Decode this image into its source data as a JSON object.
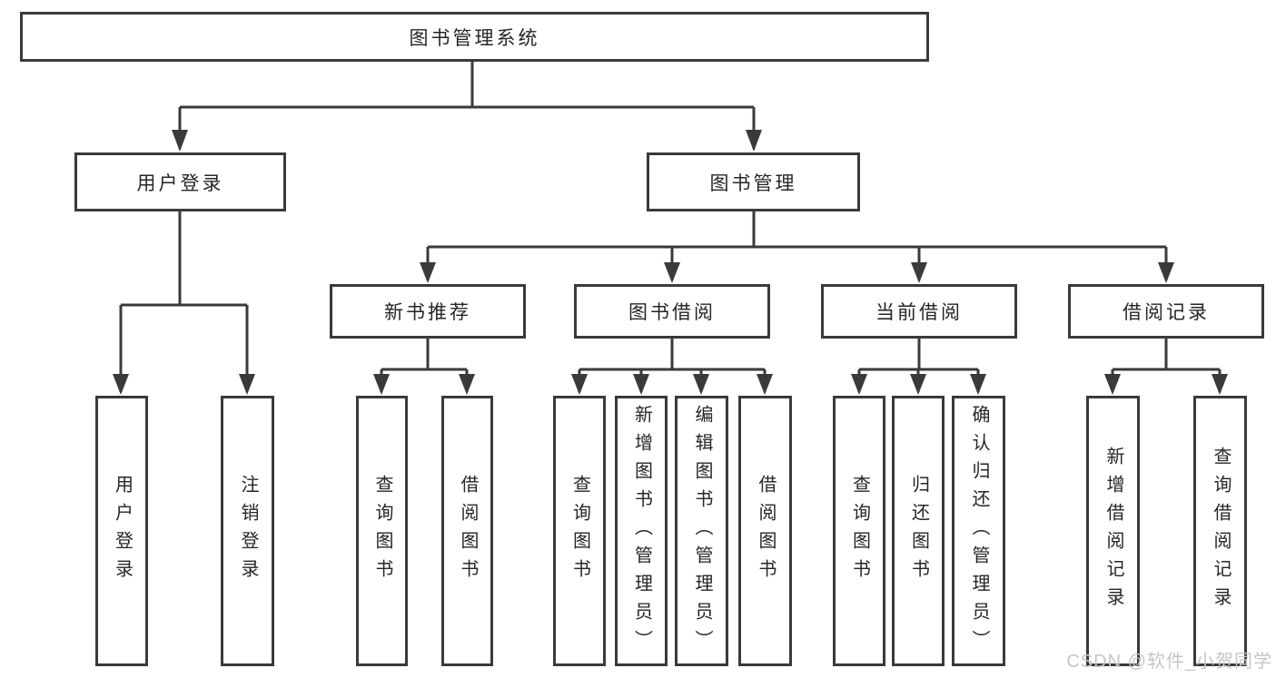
{
  "diagram": {
    "root": {
      "label": "图书管理系统"
    },
    "branches": [
      {
        "label": "用户登录",
        "children": [
          {
            "label": "用户登录"
          },
          {
            "label": "注销登录"
          }
        ]
      },
      {
        "label": "图书管理",
        "children": [
          {
            "label": "新书推荐",
            "children": [
              {
                "label": "查询图书"
              },
              {
                "label": "借阅图书"
              }
            ]
          },
          {
            "label": "图书借阅",
            "children": [
              {
                "label": "查询图书"
              },
              {
                "label": "新增图书（管理员）"
              },
              {
                "label": "编辑图书（管理员）"
              },
              {
                "label": "借阅图书"
              }
            ]
          },
          {
            "label": "当前借阅",
            "children": [
              {
                "label": "查询图书"
              },
              {
                "label": "归还图书"
              },
              {
                "label": "确认归还（管理员）"
              }
            ]
          },
          {
            "label": "借阅记录",
            "children": [
              {
                "label": "新增借阅记录"
              },
              {
                "label": "查询借阅记录"
              }
            ]
          }
        ]
      }
    ]
  },
  "watermark": {
    "text": "CSDN @软件_小贺同学"
  },
  "colors": {
    "line": "#3a3a3a",
    "text": "#262626",
    "watermark": "#c6c6c6",
    "background": "#ffffff"
  }
}
